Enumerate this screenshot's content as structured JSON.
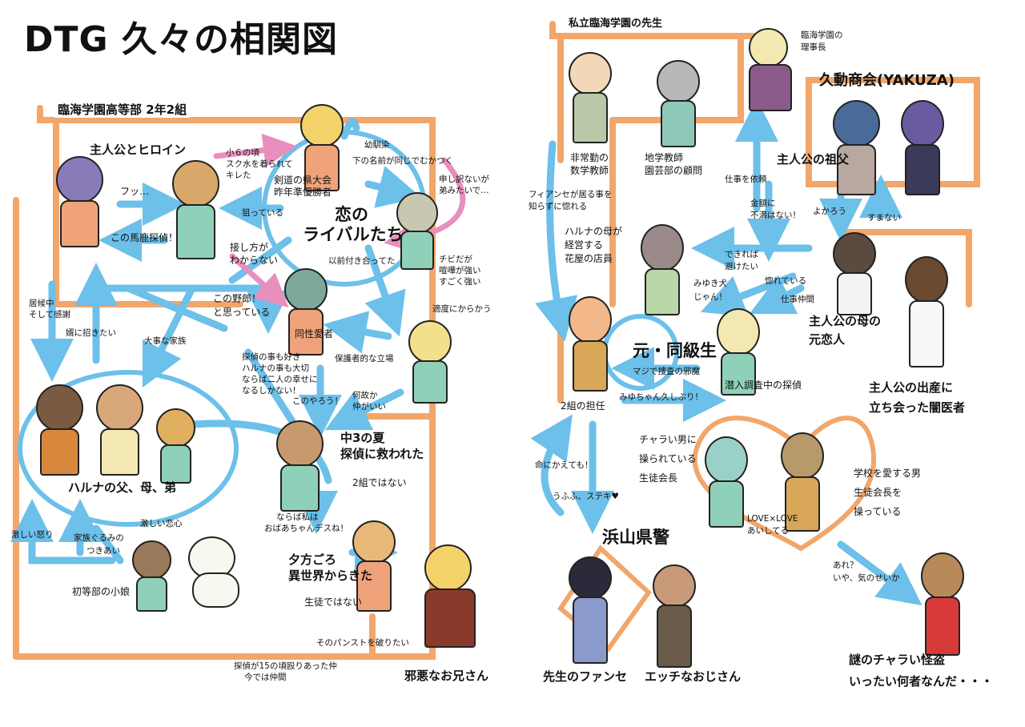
{
  "title": "DTG 久々の相関図",
  "sections": {
    "class_2_2": "臨海学園高等部 2年2組",
    "teachers": "私立臨海学園の先生",
    "yakuza": "久動商会(YAKUZA)"
  },
  "groups": {
    "hero_heroine": "主人公とヒロイン",
    "rivals_line1": "恋の",
    "rivals_line2": "ライバルたち",
    "haruna_family": "ハルナの父、母、弟",
    "former_classmates": "元・同級生",
    "police": "浜山県警"
  },
  "characters": {
    "rival_swordsman": [
      "剣道の県大会",
      "昨年準優勝者"
    ],
    "lesbian": "同性愛者",
    "middle_school_girl": [
      "中3の夏",
      "探偵に救われた"
    ],
    "not_class2": "2組ではない",
    "isekai_girl": [
      "夕方ごろ",
      "異世界からきた"
    ],
    "not_student": "生徒ではない",
    "evil_brother": "邪悪なお兄さん",
    "elementary_girl": "初等部の小娘",
    "parttime_teacher": [
      "非常勤の",
      "数学教師"
    ],
    "geo_teacher": [
      "地学教師",
      "園芸部の顧問"
    ],
    "chairman": [
      "臨海学園の",
      "理事長"
    ],
    "grandfather": "主人公の祖父",
    "florist": [
      "ハルナの母が",
      "経営する",
      "花屋の店員"
    ],
    "homeroom": "2組の担任",
    "undercover": "潜入調査中の探偵",
    "mother_ex": [
      "主人公の母の",
      "元恋人"
    ],
    "black_doctor": [
      "主人公の出産に",
      "立ち会った闇医者"
    ],
    "president": [
      "チャラい男に",
      "操られている",
      "生徒会長"
    ],
    "school_lover": [
      "学校を愛する男",
      "生徒会長を",
      "操っている"
    ],
    "fiancee": "先生のファンセ",
    "ecchi_uncle": "エッチなおじさん",
    "thief": [
      "謎のチャラい怪盗",
      "いったい何者なんだ・・・"
    ]
  },
  "relations": {
    "fu": "フッ…",
    "idiot": "この馬鹿探偵！",
    "childhood_ribbon": [
      "小６の頃",
      "スク水を着られて",
      "キレた"
    ],
    "childhood_friend": "幼馴染",
    "same_name": [
      "下の名前が同じでむかつく"
    ],
    "sorry": [
      "申し訳ないが",
      "弟みたいで…"
    ],
    "targeting": "狙っている",
    "approach": [
      "接し方が",
      "わからない"
    ],
    "ex_dating": "以前付き合ってた",
    "chibi": [
      "チビだが",
      "喧嘩が強い",
      "すごく強い"
    ],
    "this_guy": [
      "この野郎！",
      "と思っている"
    ],
    "tease": "適度にからかう",
    "freeloader": [
      "居候中",
      "そして感謝"
    ],
    "son_in_law": "婿に招きたい",
    "family": "大事な家族",
    "love_detective": [
      "探偵の事も好き",
      "ハルナの事も大切",
      "ならば二人の幸せに",
      "なるしかない！"
    ],
    "guardian": "保護者的な立場",
    "kono": "このやろう！",
    "somehow": [
      "何故か",
      "仲がいい"
    ],
    "grandma": [
      "ならば私は",
      "おばあちゃんデスね！"
    ],
    "ribbon_kids": "激しい恋心",
    "plush": [
      "家族ぐるみの",
      "つきあい"
    ],
    "harsh_anger": "激しい怒り",
    "pantyhose": "そのパンストを破りたい",
    "rivals_now": [
      "探偵が15の頃殴りあった仲",
      "今では仲間"
    ],
    "fiance_notice": [
      "フィアンセが居る事を",
      "知らずに惚れる"
    ],
    "request": "仕事を依頼",
    "money": [
      "金額に",
      "不満はない！"
    ],
    "yokarou": "よかろう",
    "sumanai": "すまない",
    "avoid": [
      "できれば",
      "避けたい"
    ],
    "miyuki": [
      "みゆき犬",
      "じゃん！"
    ],
    "admire": "惚れている",
    "coworker": "仕事仲間",
    "serious_pervert": "マジで捜査の邪魔",
    "long_time": "みゆちゃん久しぶり！",
    "even_life": "命にかえても！",
    "steki": "うふふ、ステキ♥",
    "love_love": [
      "LOVE×LOVE",
      "あいしてる"
    ],
    "are": [
      "あれ？",
      "いや、気のせいか"
    ]
  },
  "colors": {
    "orange_line": "#f2a66a",
    "blue_arrow": "#6cc0ea",
    "pink_arrow": "#e98fbd",
    "ink": "#111111"
  }
}
